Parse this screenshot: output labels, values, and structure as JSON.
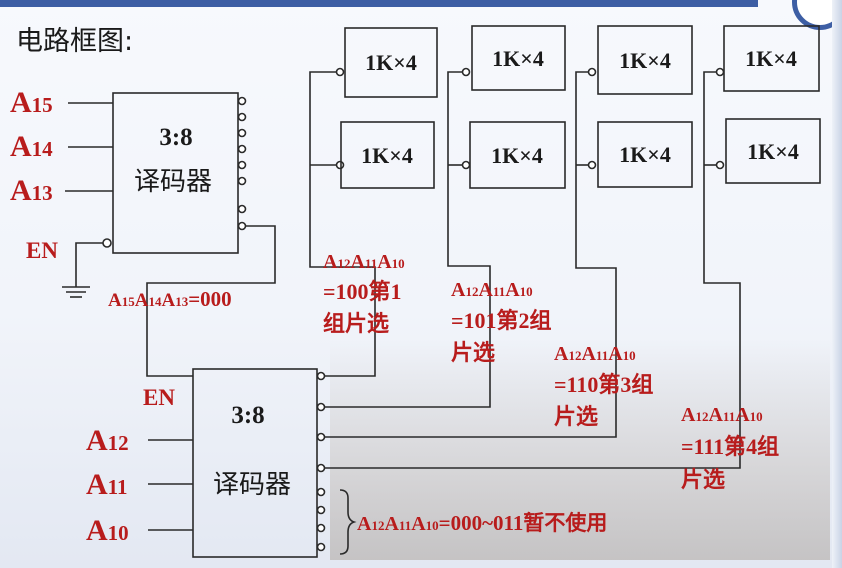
{
  "slide_title": "电路框图:",
  "decoder_top": {
    "title": "3:8",
    "subtitle": "译码器",
    "inputs": [
      {
        "main": "A",
        "sub": "15"
      },
      {
        "main": "A",
        "sub": "14"
      },
      {
        "main": "A",
        "sub": "13"
      }
    ],
    "en_label": "EN"
  },
  "decoder_bottom": {
    "title": "3:8",
    "subtitle": "译码器",
    "inputs": [
      {
        "main": "A",
        "sub": "12"
      },
      {
        "main": "A",
        "sub": "11"
      },
      {
        "main": "A",
        "sub": "10"
      }
    ],
    "en_label": "EN"
  },
  "cond_top": {
    "a15": "A",
    "s15": "15",
    "a14": "A",
    "s14": "14",
    "a13": "A",
    "s13": "13",
    "value": "=000"
  },
  "chip_label": "1K×4",
  "groups": [
    {
      "line1": {
        "a": "A",
        "s1": "12",
        "b": "A",
        "s2": "11",
        "c": "A",
        "s3": "10"
      },
      "line2": "=100第1",
      "line3": "组片选"
    },
    {
      "line1": {
        "a": "A",
        "s1": "12",
        "b": "A",
        "s2": "11",
        "c": "A",
        "s3": "10"
      },
      "line2": "=101第2组",
      "line3": "片选"
    },
    {
      "line1": {
        "a": "A",
        "s1": "12",
        "b": "A",
        "s2": "11",
        "c": "A",
        "s3": "10"
      },
      "line2": "=110第3组",
      "line3": "片选"
    },
    {
      "line1": {
        "a": "A",
        "s1": "12",
        "b": "A",
        "s2": "11",
        "c": "A",
        "s3": "10"
      },
      "line2": "=111第4组",
      "line3": "片选"
    }
  ],
  "unused_note": {
    "a": "A",
    "s1": "12",
    "b": "A",
    "s2": "11",
    "c": "A",
    "s3": "10",
    "text": "=000~011暂不使用"
  }
}
